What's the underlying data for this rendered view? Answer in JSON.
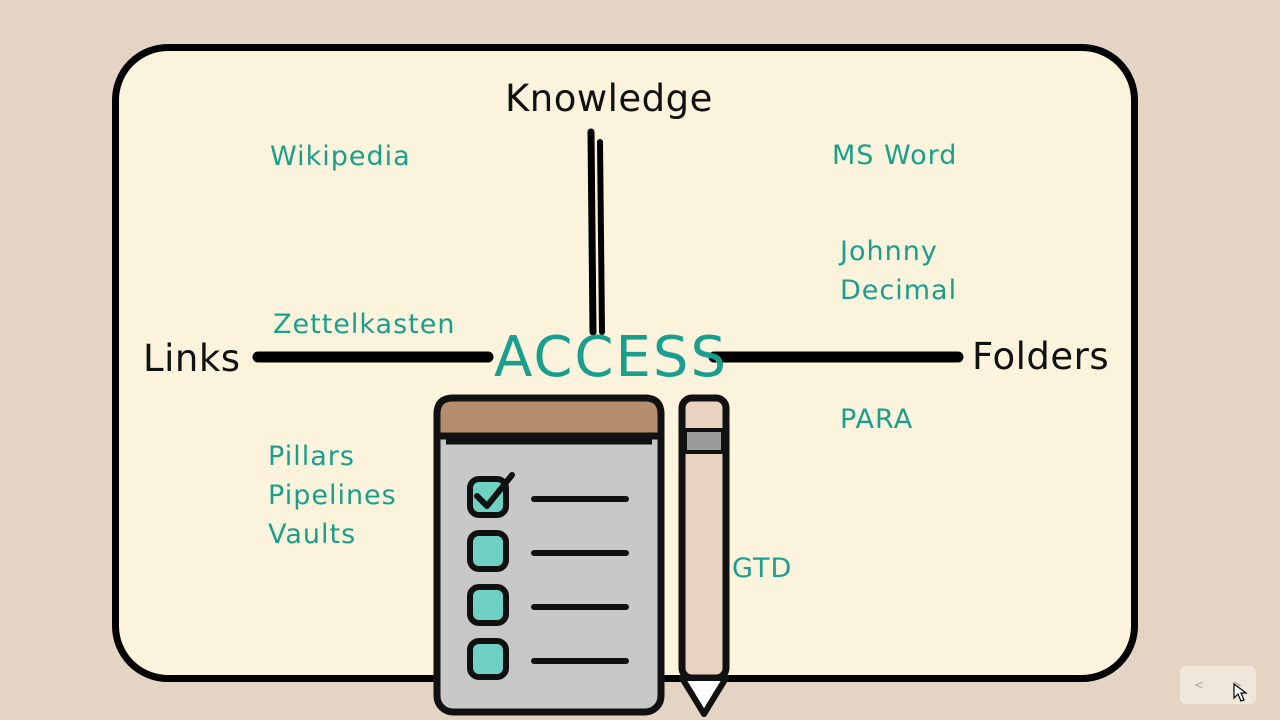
{
  "axes": {
    "top": "Knowledge",
    "left": "Links",
    "right": "Folders"
  },
  "center": "ACCESS",
  "items": {
    "wikipedia": "Wikipedia",
    "ms_word": "MS Word",
    "johnny_decimal": [
      "Johnny",
      "Decimal"
    ],
    "zettelkasten": "Zettelkasten",
    "para": "PARA",
    "ppv": [
      "Pillars",
      "Pipelines",
      "Vaults"
    ],
    "gtd": "GTD"
  },
  "checklist": {
    "rows": 4,
    "checked": [
      true,
      false,
      false,
      false
    ]
  },
  "colors": {
    "background": "#e4d4c3",
    "board": "#fbf3dc",
    "accent": "#1a9e8e",
    "ink": "#111111",
    "clipboard_top": "#b48e6f",
    "clipboard_body": "#c8c8c8",
    "checkbox": "#6fd0c4"
  },
  "icons": [
    "clipboard-checklist-icon",
    "pencil-icon",
    "cursor-icon"
  ],
  "nav": {
    "prev": "<",
    "next": ">"
  }
}
